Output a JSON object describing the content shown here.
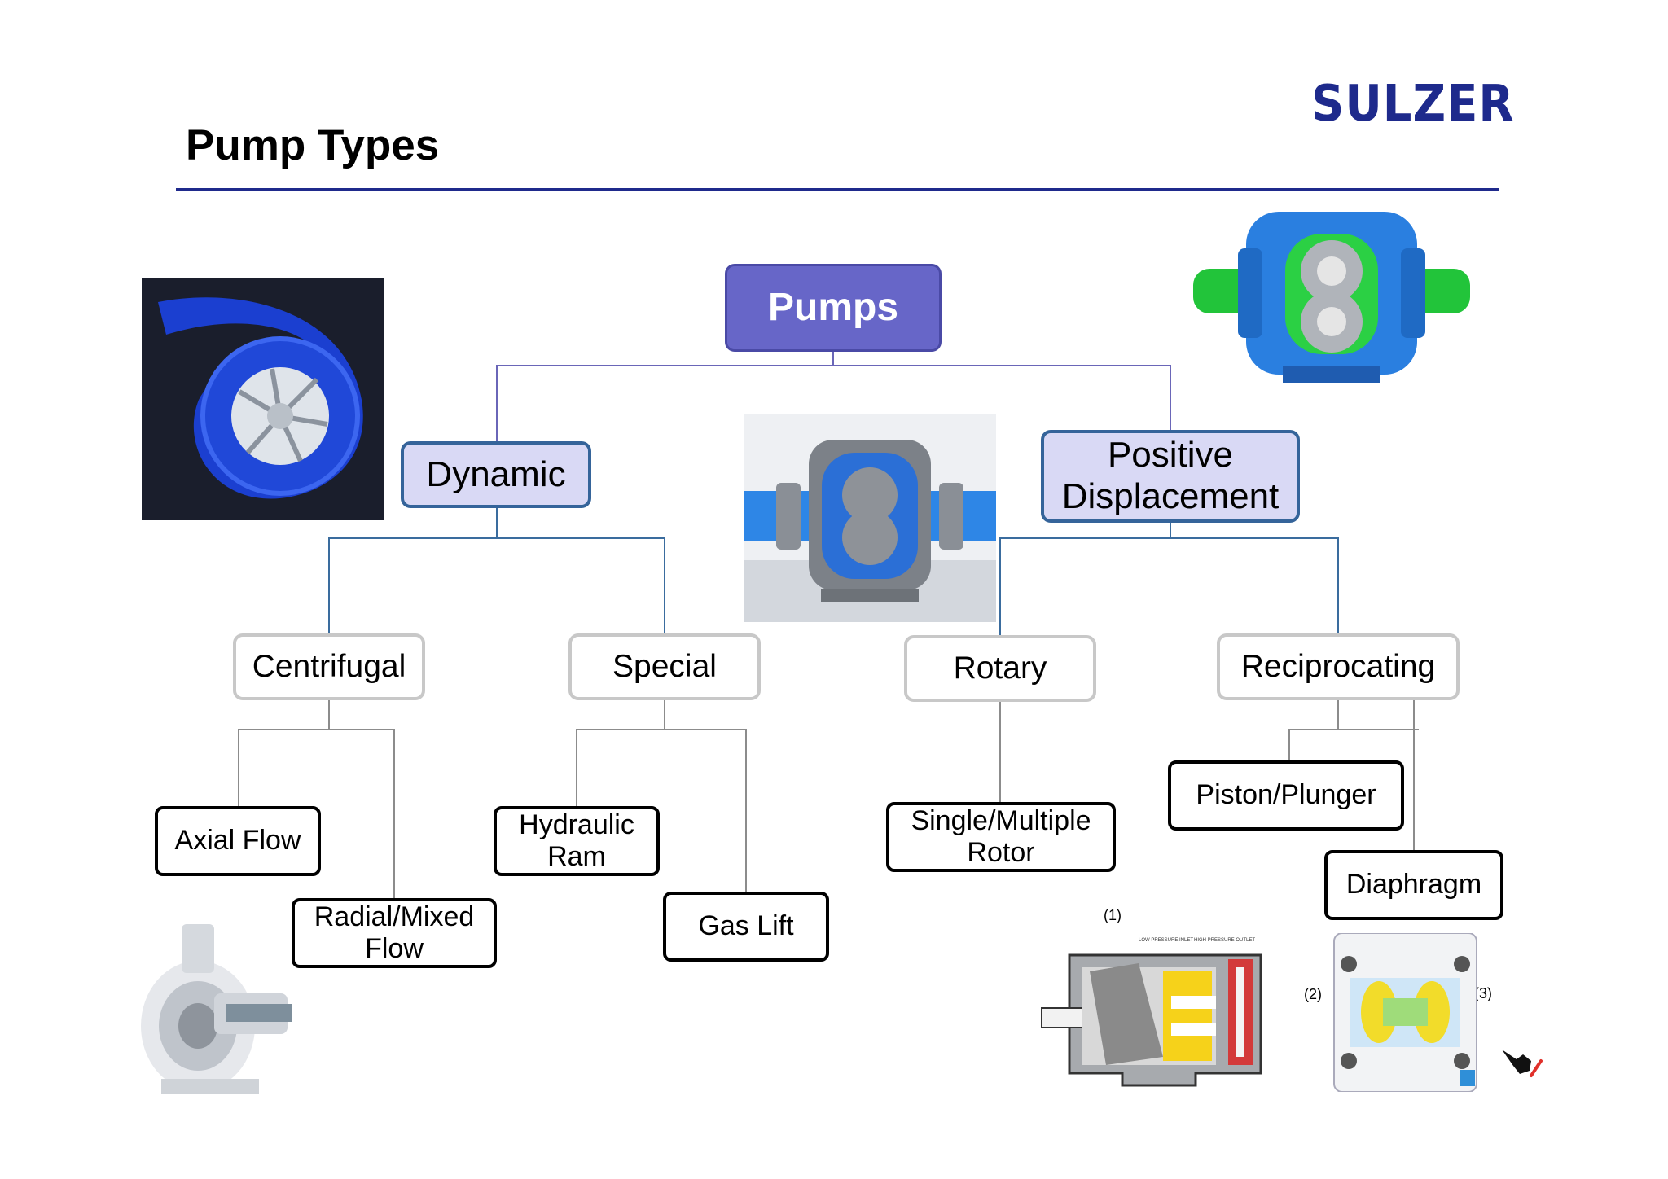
{
  "header": {
    "title": "Pump Types",
    "logo": "SULZER"
  },
  "colors": {
    "rule": "#1f2a8c",
    "root_fill": "#6766c8",
    "level1_fill": "#d9d9f5",
    "level1_border": "#35649a",
    "level2_border": "#c8c8c8"
  },
  "tree": {
    "root": "Pumps",
    "dynamic": "Dynamic",
    "positive": "Positive\nDisplacement",
    "centrifugal": "Centrifugal",
    "special": "Special",
    "rotary": "Rotary",
    "reciprocating": "Reciprocating",
    "axial": "Axial Flow",
    "radial": "Radial/Mixed\nFlow",
    "hydraulic": "Hydraulic\nRam",
    "gaslift": "Gas Lift",
    "rotor": "Single/Multiple\nRotor",
    "piston": "Piston/Plunger",
    "diaphragm": "Diaphragm"
  },
  "figure_labels": {
    "one": "(1)",
    "two": "(2)",
    "three": "(3)",
    "low_inlet": "LOW PRESSURE INLET",
    "high_outlet": "HIGH PRESSURE OUTLET"
  },
  "icons": [
    "impeller-volute-image",
    "rotary-lobe-pump-image",
    "lobe-pump-cutaway-image",
    "centrifugal-pump-image",
    "piston-pump-section-image",
    "diaphragm-pump-section-image",
    "pointer-hand-icon"
  ]
}
